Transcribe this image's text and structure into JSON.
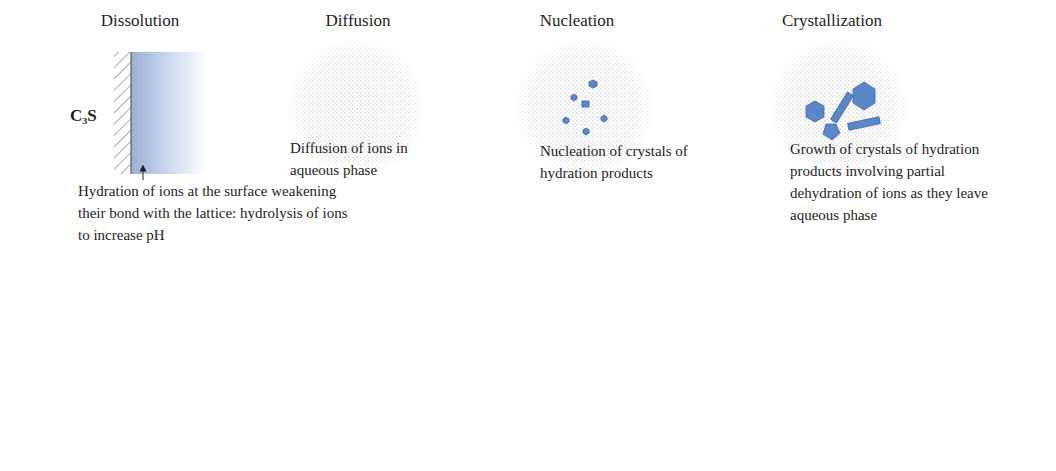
{
  "diagram": {
    "nodes": [
      {
        "text": [
          "Dissolution",
          "Hydration of ions at the surface weakening their bond with the lattice: hydrolysis of ions to increase pH"
        ]
      },
      {
        "text": [
          "Diffusion",
          "Diffusion of ions in aqueous phase"
        ]
      },
      {
        "text": [
          "Nucleation",
          "Nucleation of crystals of hydration products"
        ]
      },
      {
        "text": [
          "Crystallization",
          "Growth of crystals of hydration products involving partial dehydration of ions as they leave aqueous phase"
        ]
      }
    ],
    "labels": [
      "C₃S"
    ]
  }
}
